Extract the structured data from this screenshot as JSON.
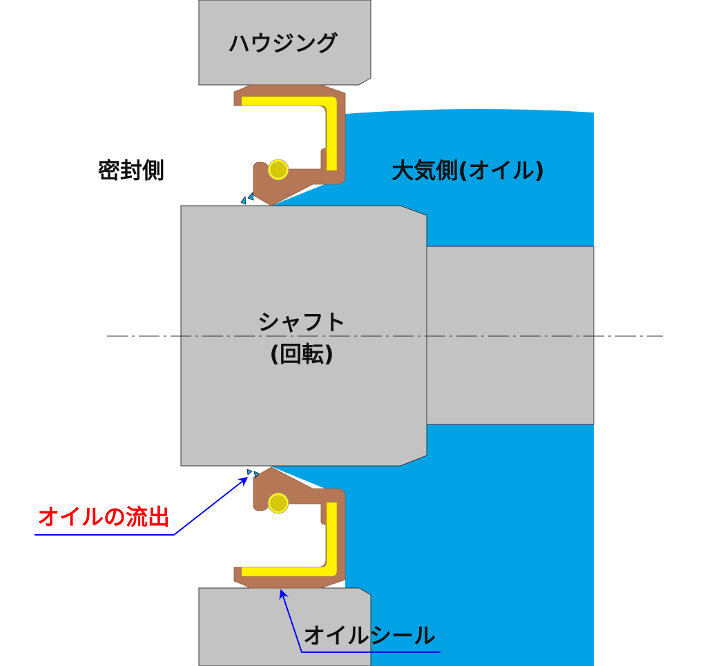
{
  "labels": {
    "housing": "ハウジング",
    "sealed_side": "密封側",
    "atmosphere_side": "大気側(オイル)",
    "shaft_line1": "シャフト",
    "shaft_line2": "(回転)",
    "oil_leak": "オイルの流出",
    "oil_seal": "オイルシール"
  },
  "colors": {
    "oil": "#00a2e6",
    "metal": "#c3c3c3",
    "rubber": "#b57756",
    "insert": "#fff200",
    "spring": "#d6c800",
    "leader": "#0000ff",
    "warning_text": "#ff0000"
  }
}
